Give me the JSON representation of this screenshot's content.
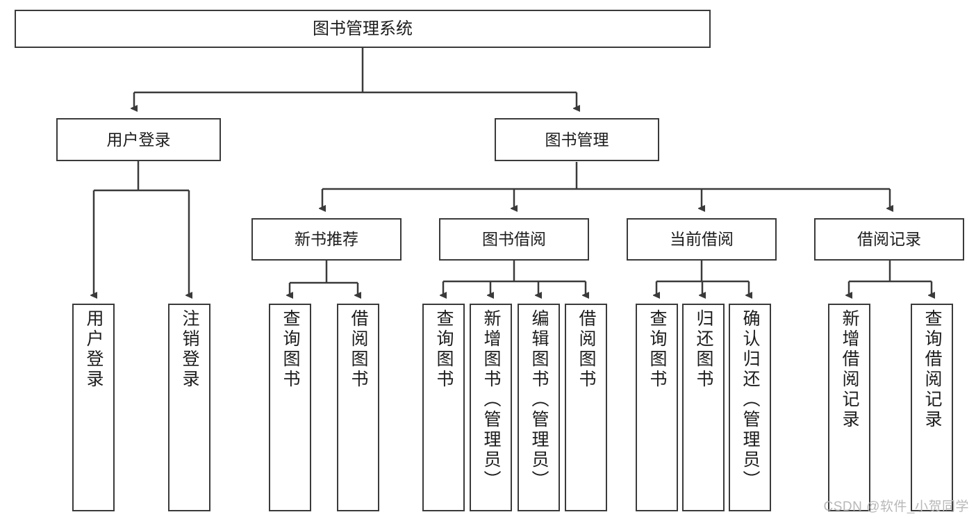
{
  "diagram": {
    "title": "图书管理系统",
    "type": "tree-hierarchy-diagram",
    "watermark": "CSDN @软件_小贺同学",
    "colors": {
      "box_border": "#3a3a3a",
      "box_fill": "#ffffff",
      "edge": "#3a3a3a",
      "text": "#1c1c1c",
      "watermark": "#b8b8b8",
      "background": "#ffffff"
    },
    "levels": {
      "level1": [
        {
          "id": "root",
          "label": "图书管理系统"
        }
      ],
      "level2": [
        {
          "id": "user-login",
          "label": "用户登录"
        },
        {
          "id": "book-manage",
          "label": "图书管理"
        }
      ],
      "level3": [
        {
          "id": "new-book-recommend",
          "label": "新书推荐"
        },
        {
          "id": "book-borrow",
          "label": "图书借阅"
        },
        {
          "id": "current-borrow",
          "label": "当前借阅"
        },
        {
          "id": "borrow-record",
          "label": "借阅记录"
        }
      ],
      "level4": [
        {
          "id": "leaf-user-login",
          "label": "用户登录",
          "parent": "user-login"
        },
        {
          "id": "leaf-logout-login",
          "label": "注销登录",
          "parent": "user-login"
        },
        {
          "id": "leaf-query-book-1",
          "label": "查询图书",
          "parent": "new-book-recommend"
        },
        {
          "id": "leaf-borrow-book-1",
          "label": "借阅图书",
          "parent": "new-book-recommend"
        },
        {
          "id": "leaf-query-book-2",
          "label": "查询图书",
          "parent": "book-borrow"
        },
        {
          "id": "leaf-add-book",
          "label": "新增图书（管理员）",
          "parent": "book-borrow"
        },
        {
          "id": "leaf-edit-book",
          "label": "编辑图书（管理员）",
          "parent": "book-borrow"
        },
        {
          "id": "leaf-borrow-book-2",
          "label": "借阅图书",
          "parent": "book-borrow"
        },
        {
          "id": "leaf-query-book-3",
          "label": "查询图书",
          "parent": "current-borrow"
        },
        {
          "id": "leaf-return-book",
          "label": "归还图书",
          "parent": "current-borrow"
        },
        {
          "id": "leaf-confirm-return",
          "label": "确认归还（管理员）",
          "parent": "current-borrow"
        },
        {
          "id": "leaf-add-record",
          "label": "新增借阅记录",
          "parent": "borrow-record"
        },
        {
          "id": "leaf-query-record",
          "label": "查询借阅记录",
          "parent": "borrow-record"
        }
      ]
    }
  }
}
